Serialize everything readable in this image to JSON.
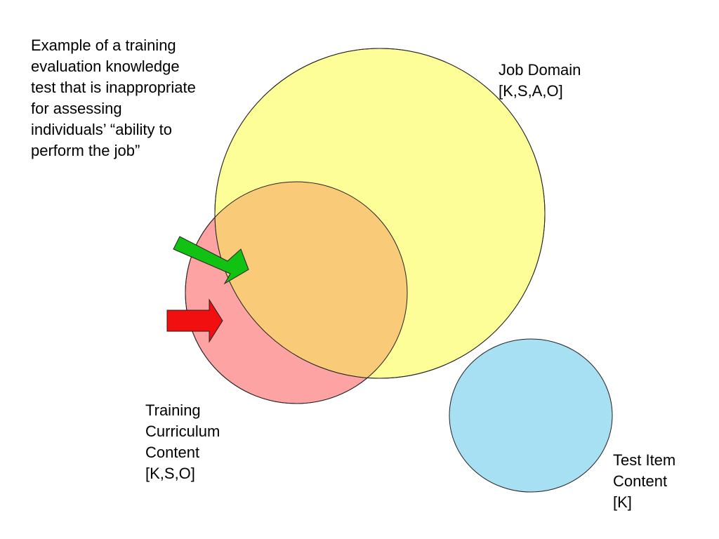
{
  "caption": {
    "lines": [
      "Example of a training",
      "evaluation knowledge",
      "test that is inappropriate",
      "for assessing",
      "individuals’ “ability to",
      "perform the job”"
    ]
  },
  "circles": {
    "job_domain": {
      "lines": [
        "Job Domain",
        "[K,S,A,O]"
      ],
      "color": "#fefe99"
    },
    "training_curriculum": {
      "lines": [
        "Training",
        "Curriculum",
        "Content",
        "[K,S,O]"
      ],
      "color": "#fda3a3"
    },
    "test_item": {
      "lines": [
        "Test Item",
        "Content",
        "[K]"
      ],
      "color": "#a7dff3"
    },
    "overlap_color": "#f9ca78"
  },
  "arrows": {
    "green": {
      "color": "#12c212"
    },
    "red": {
      "color": "#f20f0f"
    }
  }
}
